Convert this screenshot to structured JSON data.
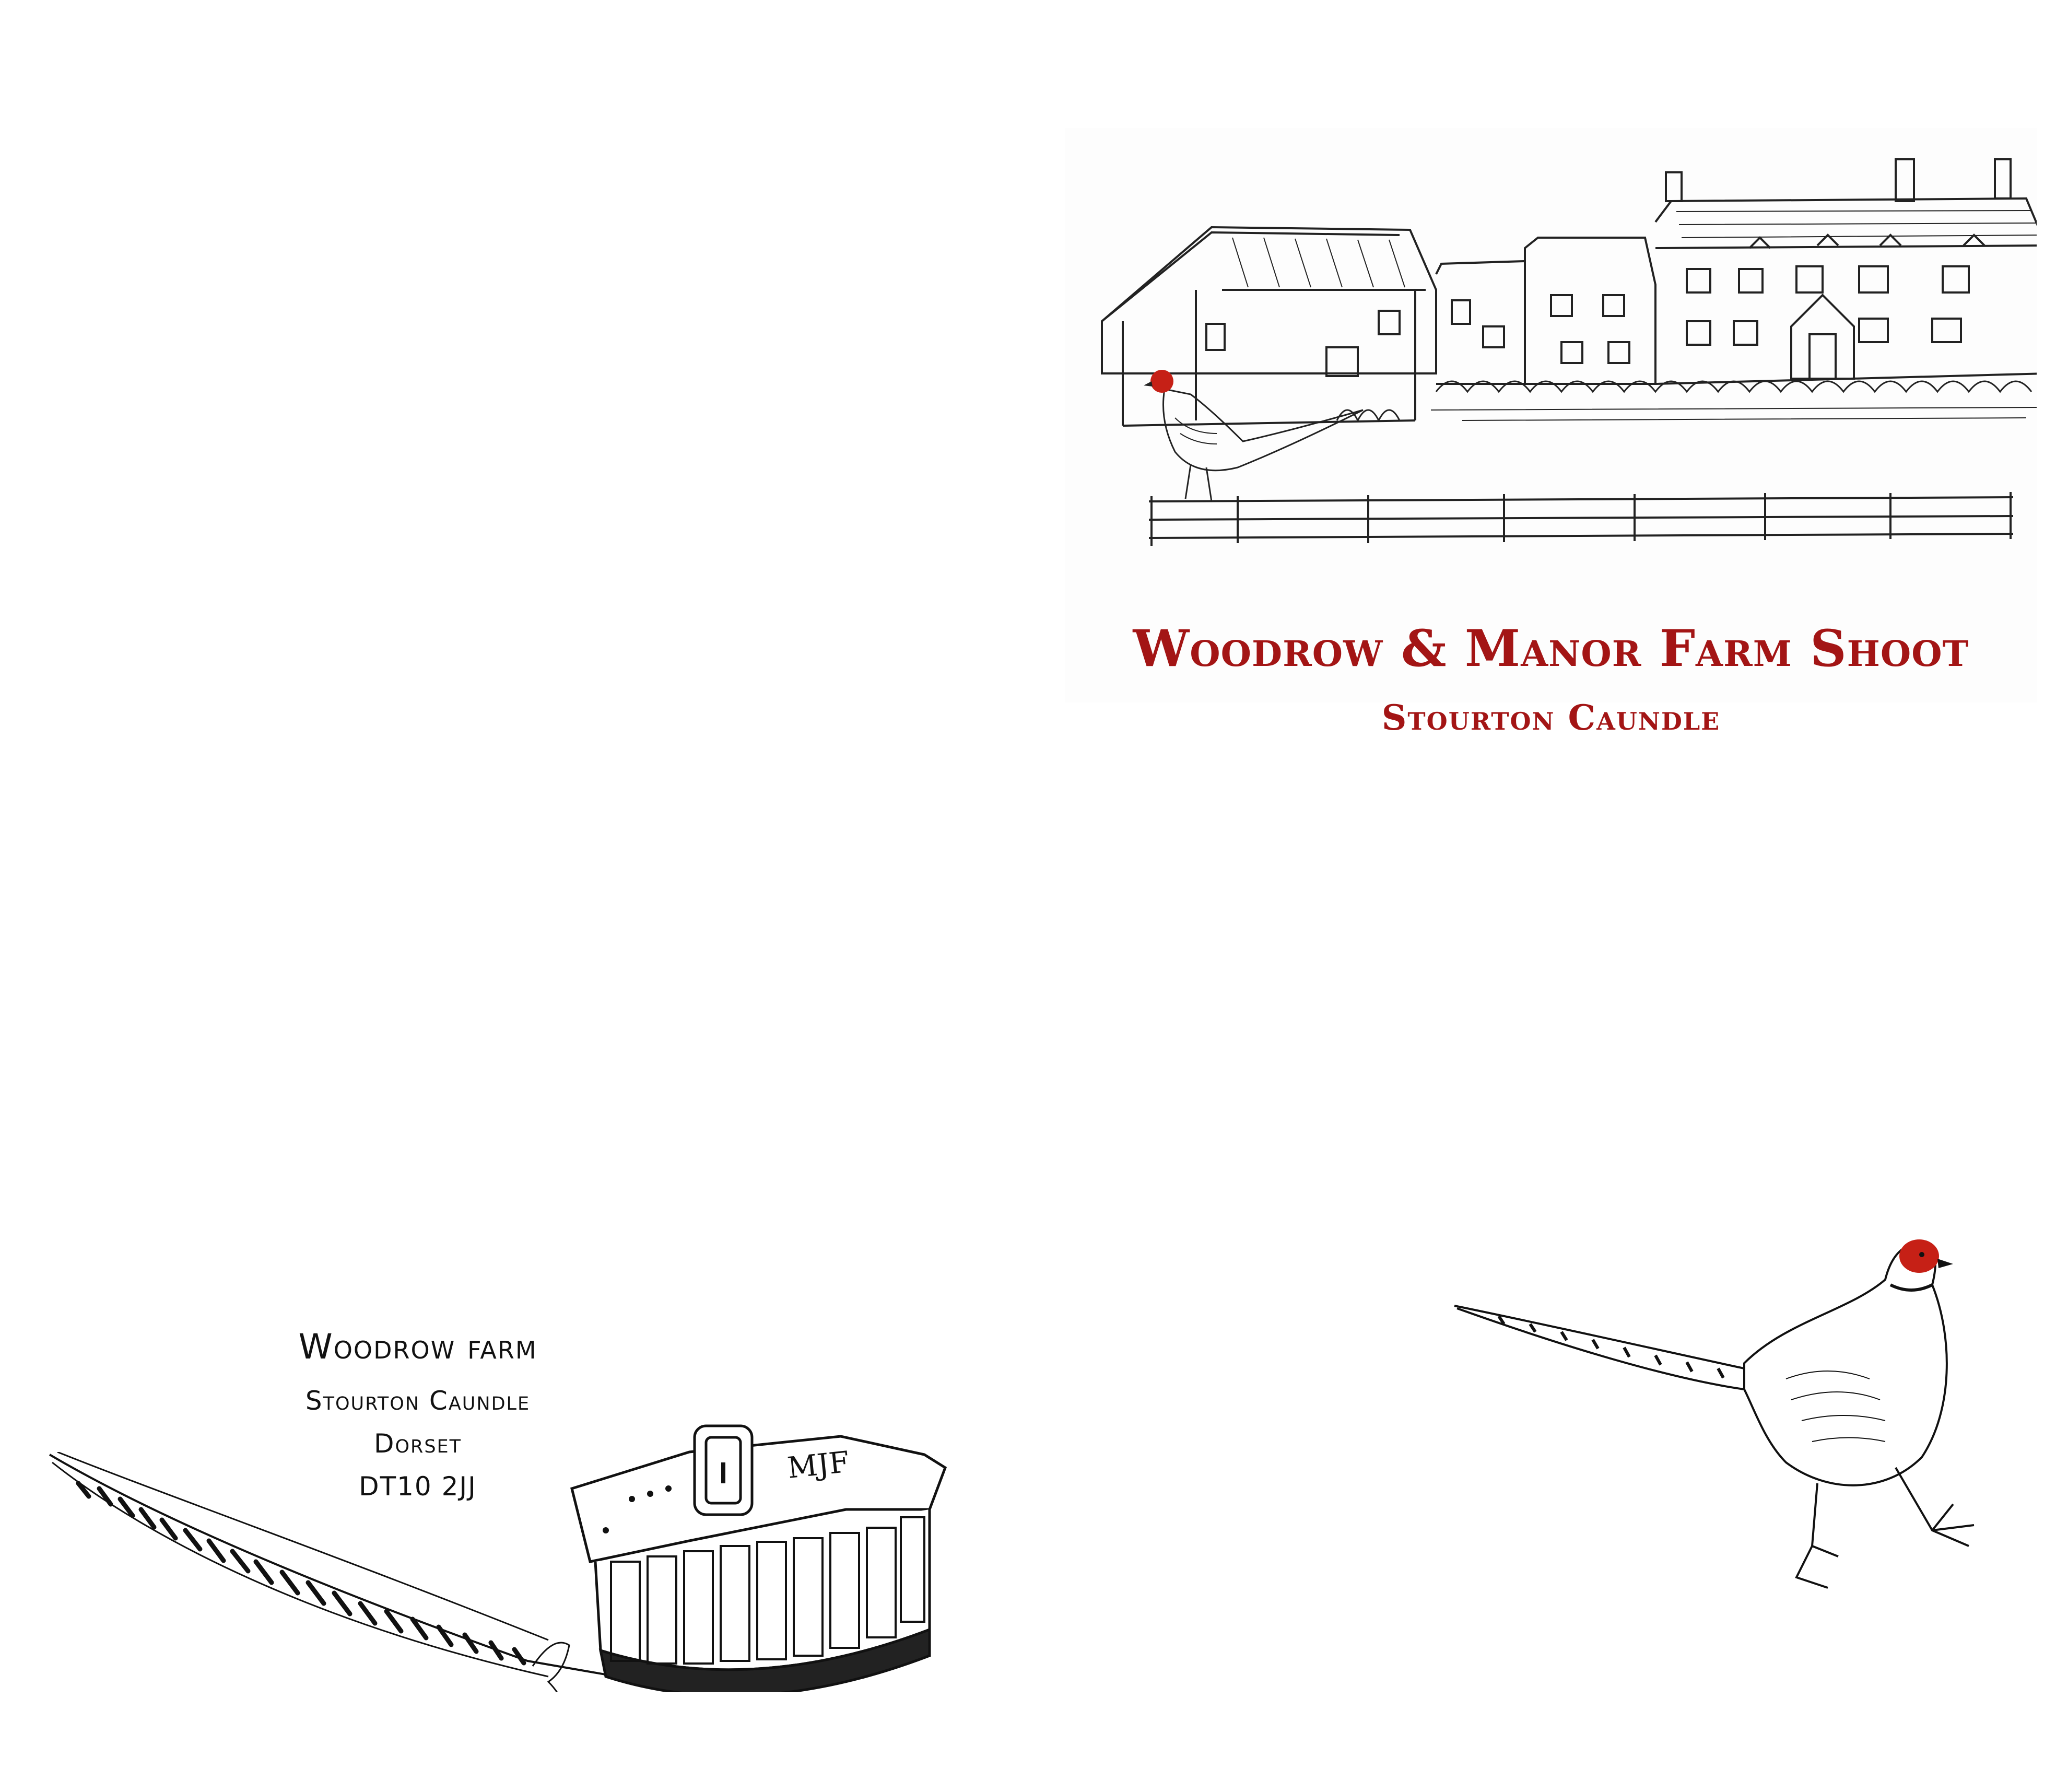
{
  "colors": {
    "accent": "#a31515",
    "ink": "#111111",
    "paper": "#ffffff"
  },
  "cover": {
    "title": "Woodrow & Manor Farm Shoot",
    "subtitle": "Stourton Caundle",
    "illustrations": [
      "farmhouse-sketch",
      "pheasant-on-fence-sketch",
      "fence-icon"
    ]
  },
  "back": {
    "address": [
      "Woodrow farm",
      "Stourton Caundle",
      "Dorset",
      "DT10 2JJ"
    ],
    "belt_monogram": "MJF",
    "illustrations": [
      "pheasant-feather-sketch",
      "cartridge-belt-sketch",
      "walking-pheasant-sketch"
    ]
  }
}
